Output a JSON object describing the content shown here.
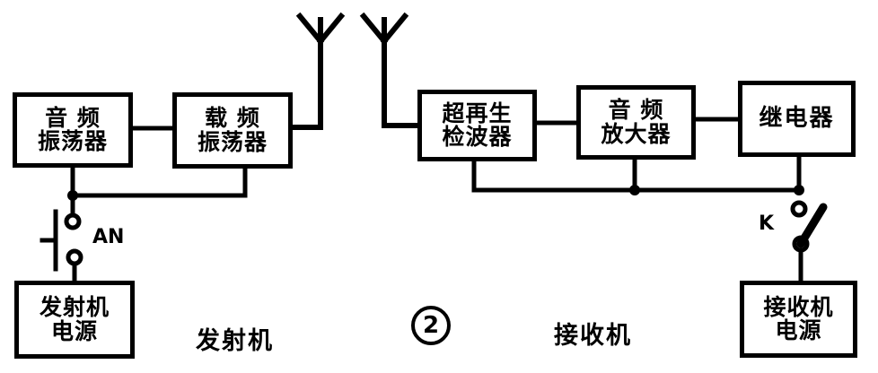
{
  "figure": {
    "number": "2",
    "transmitter_caption": "发射机",
    "receiver_caption": "接收机"
  },
  "transmitter": {
    "blocks": [
      {
        "name": "audio-oscillator",
        "line1": "音 频",
        "line2": "振荡器"
      },
      {
        "name": "carrier-oscillator",
        "line1": "载 频",
        "line2": "振荡器"
      },
      {
        "name": "transmitter-power-supply",
        "line1": "发射机",
        "line2": "电源"
      }
    ],
    "switch_label": "AN"
  },
  "receiver": {
    "blocks": [
      {
        "name": "super-regenerative-detector",
        "line1": "超再生",
        "line2": "检波器"
      },
      {
        "name": "audio-amplifier",
        "line1": "音 频",
        "line2": "放大器"
      },
      {
        "name": "relay",
        "line1": "继电器",
        "line2": ""
      },
      {
        "name": "receiver-power-supply",
        "line1": "接收机",
        "line2": "电源"
      }
    ],
    "switch_label": "K"
  },
  "antennas": [
    {
      "name": "transmit-antenna"
    },
    {
      "name": "receive-antenna"
    }
  ],
  "colors": {
    "ink": "#000000",
    "paper": "#ffffff"
  }
}
